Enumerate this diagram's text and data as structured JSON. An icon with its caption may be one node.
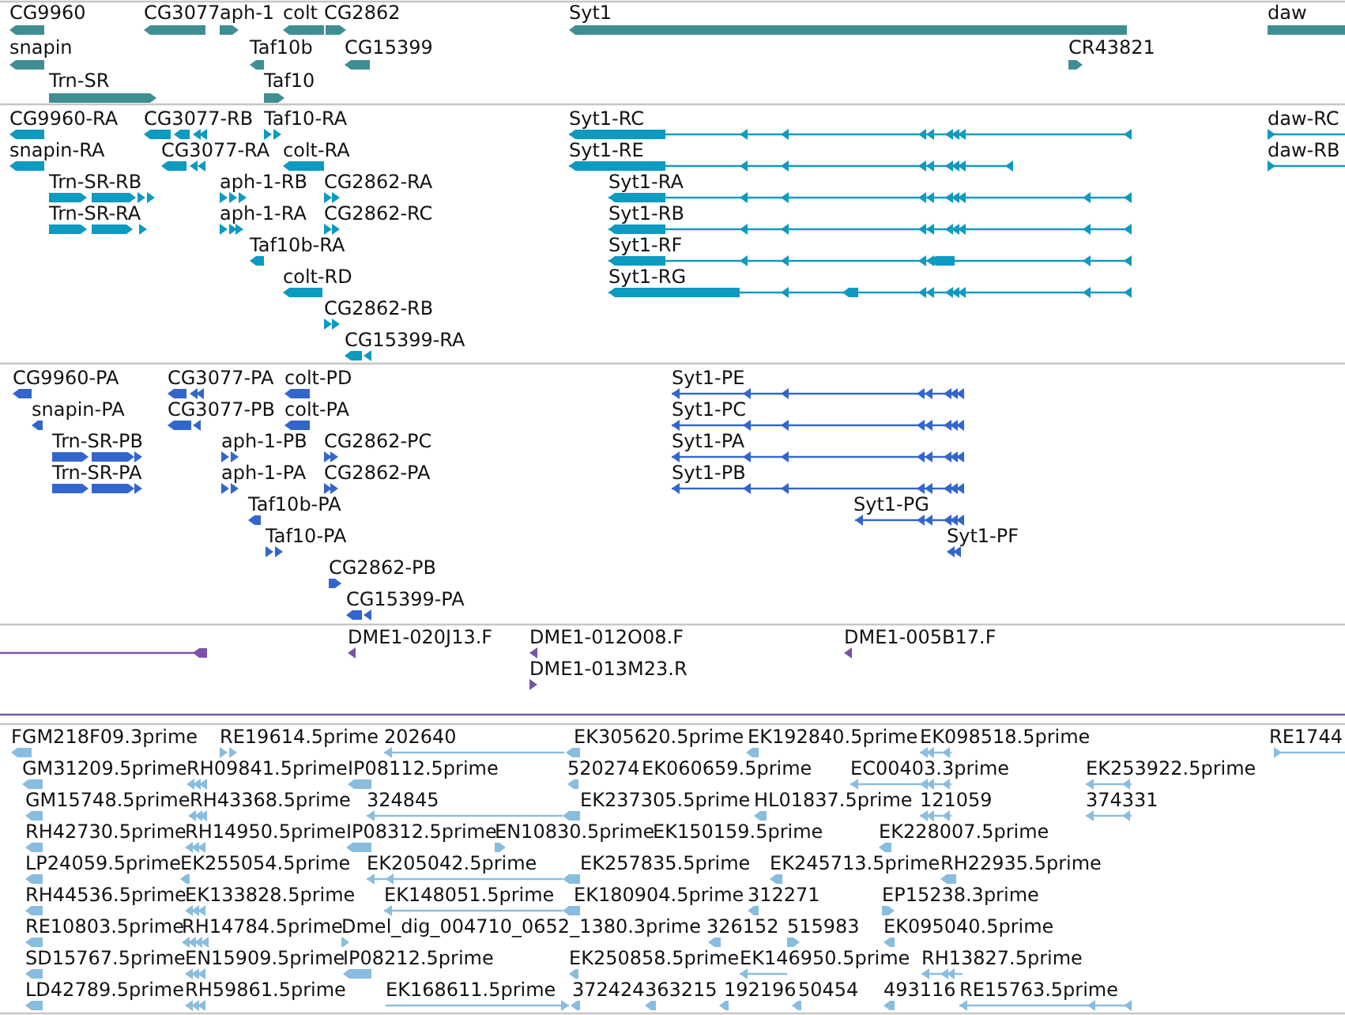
{
  "diagram": {
    "labels": [
      "CG9960",
      "CG3077",
      "aph-1",
      "colt",
      "CG2862",
      "Syt1",
      "daw",
      "snapin",
      "Taf10b",
      "CG15399",
      "CR43821",
      "Trn-SR",
      "Taf10",
      "CG9960-RA",
      "CG3077-RB",
      "Taf10-RA",
      "Syt1-RC",
      "daw-RC",
      "snapin-RA",
      "CG3077-RA",
      "colt-RA",
      "Syt1-RE",
      "daw-RB",
      "Trn-SR-RB",
      "aph-1-RB",
      "CG2862-RA",
      "Syt1-RA",
      "Trn-SR-RA",
      "aph-1-RA",
      "CG2862-RC",
      "Syt1-RB",
      "Taf10b-RA",
      "Syt1-RF",
      "colt-RD",
      "Syt1-RG",
      "CG2862-RB",
      "CG15399-RA",
      "CG9960-PA",
      "CG3077-PA",
      "colt-PD",
      "Syt1-PE",
      "snapin-PA",
      "CG3077-PB",
      "colt-PA",
      "Syt1-PC",
      "Trn-SR-PB",
      "aph-1-PB",
      "CG2862-PC",
      "Syt1-PA",
      "Trn-SR-PA",
      "aph-1-PA",
      "CG2862-PA",
      "Syt1-PB",
      "Taf10b-PA",
      "Syt1-PG",
      "Taf10-PA",
      "Syt1-PF",
      "CG2862-PB",
      "CG15399-PA",
      "DME1-020J13.F",
      "DME1-012O08.F",
      "DME1-005B17.F",
      "DME1-013M23.R",
      "FGM218F09.3prime",
      "RE19614.5prime",
      "202640",
      "EK305620.5prime",
      "EK192840.5prime",
      "EK098518.5prime",
      "RE1744",
      "GM31209.5prime",
      "RH09841.5prime",
      "IP08112.5prime",
      "520274",
      "EK060659.5prime",
      "EC00403.3prime",
      "EK253922.5prime",
      "GM15748.5prime",
      "RH43368.5prime",
      "324845",
      "EK237305.5prime",
      "HL01837.5prime",
      "121059",
      "374331",
      "RH42730.5prime",
      "RH14950.5prime",
      "IP08312.5prime",
      "EN10830.5prime",
      "EK150159.5prime",
      "EK228007.5prime",
      "LP24059.5prime",
      "EK255054.5prime",
      "EK205042.5prime",
      "EK257835.5prime",
      "EK245713.5prime",
      "RH22935.5prime",
      "RH44536.5prime",
      "EK133828.5prime",
      "EK148051.5prime",
      "EK180904.5prime",
      "312271",
      "EP15238.3prime",
      "RE10803.5prime",
      "RH14784.5prime",
      "Dmel_dig_004710_0652_1380.3prime",
      "326152",
      "515983",
      "EK095040.5prime",
      "SD15767.5prime",
      "EN15909.5prime",
      "IP08212.5prime",
      "EK250858.5prime",
      "EK146950.5prime",
      "RH13827.5prime",
      "LD42789.5prime",
      "RH59861.5prime",
      "EK168611.5prime",
      "372424",
      "363215",
      "192196",
      "50454",
      "493116",
      "RE15763.5prime"
    ]
  }
}
